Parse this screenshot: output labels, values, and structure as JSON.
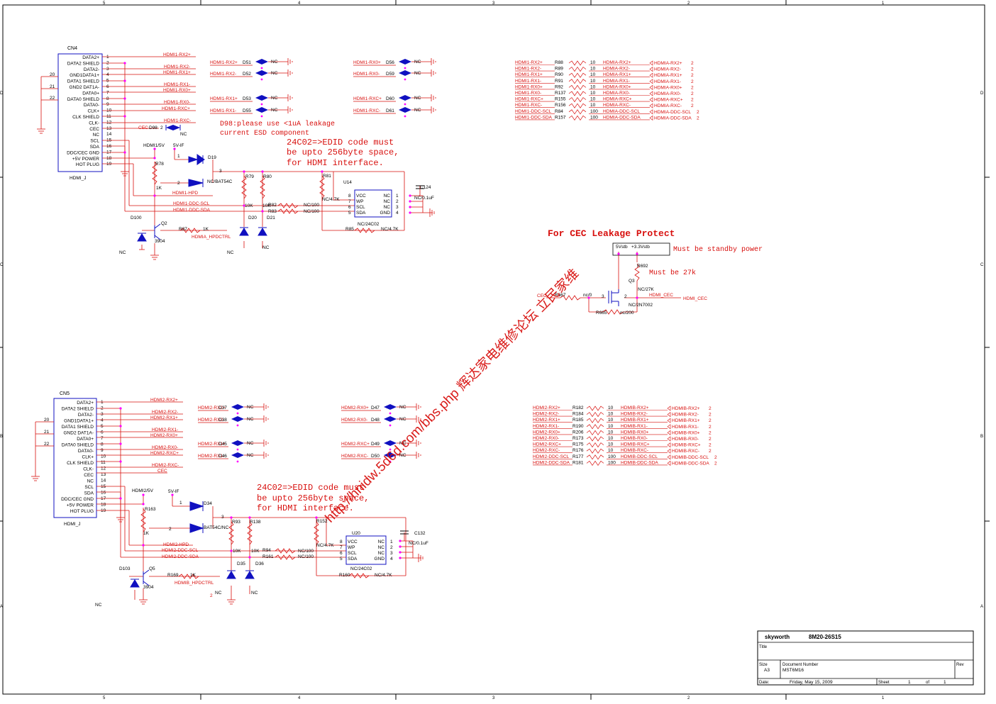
{
  "border": {
    "col_labels": [
      "5",
      "4",
      "3",
      "2",
      "1"
    ],
    "row_labels": [
      "D",
      "C",
      "B",
      "A"
    ]
  },
  "cn4": {
    "ref": "CN4",
    "part": "HDMI_J",
    "pins": [
      {
        "num": "1",
        "name": "DATA2+"
      },
      {
        "num": "2",
        "name": "DATA2 SHIELD"
      },
      {
        "num": "3",
        "name": "DATA2-"
      },
      {
        "num": "4",
        "name": "GND1DATA1+"
      },
      {
        "num": "5",
        "name": "DATA1 SHIELD"
      },
      {
        "num": "6",
        "name": "GND2 DAT1A-"
      },
      {
        "num": "7",
        "name": "DATA0+"
      },
      {
        "num": "8",
        "name": "DATA0 SHIELD"
      },
      {
        "num": "9",
        "name": "DATA0-"
      },
      {
        "num": "10",
        "name": "CLK+"
      },
      {
        "num": "11",
        "name": "CLK SHIELD"
      },
      {
        "num": "12",
        "name": "CLK-"
      },
      {
        "num": "13",
        "name": "CEC"
      },
      {
        "num": "14",
        "name": "NC"
      },
      {
        "num": "15",
        "name": "SCL"
      },
      {
        "num": "16",
        "name": "SDA"
      },
      {
        "num": "17",
        "name": "DDC/CEC GND"
      },
      {
        "num": "18",
        "name": "+5V POWER"
      },
      {
        "num": "19",
        "name": "HOT PLUG"
      }
    ],
    "gnd_pins": [
      "20",
      "21",
      "22"
    ],
    "nets": [
      "HDMI1-RX2+",
      "HDMI1-RX2-",
      "HDMI1-RX1+",
      "HDMI1-RX1-",
      "HDMI1-RX0+",
      "HDMI1-RX0-",
      "HDMI1-RXC+",
      "HDMI1-RXC-"
    ]
  },
  "cn5": {
    "ref": "CN5",
    "part": "HDMI_J",
    "pins": [
      {
        "num": "1",
        "name": "DATA2+"
      },
      {
        "num": "2",
        "name": "DATA2 SHIELD"
      },
      {
        "num": "3",
        "name": "DATA2-"
      },
      {
        "num": "4",
        "name": "GND1DATA1+"
      },
      {
        "num": "5",
        "name": "DATA1 SHIELD"
      },
      {
        "num": "6",
        "name": "GND2 DAT1A-"
      },
      {
        "num": "7",
        "name": "DATA0+"
      },
      {
        "num": "8",
        "name": "DATA0 SHIELD"
      },
      {
        "num": "9",
        "name": "DATA0-"
      },
      {
        "num": "10",
        "name": "CLK+"
      },
      {
        "num": "11",
        "name": "CLK SHIELD"
      },
      {
        "num": "12",
        "name": "CLK-"
      },
      {
        "num": "13",
        "name": "CEC"
      },
      {
        "num": "14",
        "name": "NC"
      },
      {
        "num": "15",
        "name": "SCL"
      },
      {
        "num": "16",
        "name": "SDA"
      },
      {
        "num": "17",
        "name": "DDC/CEC GND"
      },
      {
        "num": "18",
        "name": "+5V POWER"
      },
      {
        "num": "19",
        "name": "HOT PLUG"
      }
    ],
    "gnd_pins": [
      "20",
      "21",
      "22"
    ],
    "nets": [
      "HDMI2-RX2+",
      "HDMI2-RX2-",
      "HDMI2-RX1+",
      "HDMI2-RX1-",
      "HDMI2-RX0+",
      "HDMI2-RX0-",
      "HDMI2-RXC+",
      "HDMI2-RXC-",
      "CEC"
    ]
  },
  "esd1": {
    "left": [
      {
        "net": "HDMI1-RX2+",
        "ref": "D51",
        "nc": "NC"
      },
      {
        "net": "HDMI1-RX2-",
        "ref": "D52",
        "nc": "NC"
      },
      {
        "net": "HDMI1-RX1+",
        "ref": "D53",
        "nc": "NC"
      },
      {
        "net": "HDMI1-RX1-",
        "ref": "D55",
        "nc": "NC"
      }
    ],
    "right": [
      {
        "net": "HDMI1-RX0+",
        "ref": "D56",
        "nc": "NC"
      },
      {
        "net": "HDMI1-RX0-",
        "ref": "D59",
        "nc": "NC"
      },
      {
        "net": "HDMI1-RXC+",
        "ref": "D60",
        "nc": "NC"
      },
      {
        "net": "HDMI1-RXC-",
        "ref": "D61",
        "nc": "NC"
      }
    ]
  },
  "esd2": {
    "left": [
      {
        "net": "HDMI2-RX2+",
        "ref": "D37",
        "nc": "NC"
      },
      {
        "net": "HDMI2-RX2-",
        "ref": "D38",
        "nc": "NC"
      },
      {
        "net": "HDMI2-RX1+",
        "ref": "D45",
        "nc": "NC"
      },
      {
        "net": "HDMI2-RX1-",
        "ref": "D46",
        "nc": "NC"
      }
    ],
    "right": [
      {
        "net": "HDMI2-RX0+",
        "ref": "D47",
        "nc": "NC"
      },
      {
        "net": "HDMI2-RX0-",
        "ref": "D48",
        "nc": "NC"
      },
      {
        "net": "HDMI2-RXC+",
        "ref": "D49",
        "nc": "NC"
      },
      {
        "net": "HDMI2-RXC-",
        "ref": "D50",
        "nc": "NC"
      }
    ]
  },
  "notes": {
    "d98_line1": "D98:please use <1uA leakage",
    "d98_line2": "current ESD component",
    "eeprom1_line1": "24C02=>EDID code must",
    "eeprom1_line2": "be upto 256byte space,",
    "eeprom1_line3": "for HDMI interface.",
    "eeprom2_line1": "24C02=>EDID code must",
    "eeprom2_line2": "be upto 256byte space,",
    "eeprom2_line3": "for HDMI interface.",
    "cec_title": "For CEC Leakage Protect",
    "standby": "Must be standby power",
    "must27k": "Must be 27k"
  },
  "watermark": {
    "text": "http://hnidw.5d6d.com/bbs.php 辉达家电维修论坛 立民家维"
  },
  "circuit1": {
    "d98": {
      "ref": "D98",
      "pin": "2",
      "nc": "NC",
      "cec": "CEC",
      "net": "HDMI1-RXC-"
    },
    "hdmi5v": "HDMI1/5V",
    "v5if": "5V-IF",
    "d19": "D19",
    "bat": "NC/BAT54C",
    "pin1": "1",
    "pin2": "2",
    "pin3": "3",
    "r78": "R78",
    "r78_val": "1K",
    "hpd": "HDMI1-HPD",
    "scl": "HDMI1-DDC-SCL",
    "sda": "HDMI1-DDC-SDA",
    "r79": "R79",
    "r80": "R80",
    "r79_val": "10K",
    "r80_val": "10K",
    "r82": "R82",
    "r83": "R83",
    "r82_val": "NC/100",
    "r83_val": "NC/100",
    "d20": "D20",
    "d21": "D21",
    "d100": "D100",
    "q2": "Q2",
    "q2_part": "3904",
    "r87": "R87",
    "r87_val": "1K",
    "hpdctrl": "HDMIA_HPDCTRL",
    "nc1": "NC",
    "nc2": "NC",
    "nc3": "NC",
    "r81": "R81",
    "r81_val": "NC/4.7K",
    "u14": "U14",
    "u14_part": "NC/24C02",
    "r85": "R85",
    "r85_val": "NC/4.7K",
    "c124": "C124",
    "c124_val": "NC/0.1uF",
    "eeprom_pins": [
      {
        "num": "8",
        "name": "VCC"
      },
      {
        "num": "7",
        "name": "WP"
      },
      {
        "num": "6",
        "name": "SCL"
      },
      {
        "num": "5",
        "name": "SDA"
      }
    ],
    "eeprom_rpins": [
      {
        "num": "1",
        "name": "NC"
      },
      {
        "num": "2",
        "name": "NC"
      },
      {
        "num": "3",
        "name": "NC"
      },
      {
        "num": "4",
        "name": "GND"
      }
    ]
  },
  "circuit2": {
    "hdmi5v": "HDMI2/5V",
    "v5if": "5V-IF",
    "d34": "D34",
    "bat": "BAT54C/NC",
    "pin1": "1",
    "pin2": "2",
    "pin3": "3",
    "r163": "R163",
    "r163_val": "1K",
    "hpd": "HDMI2-HPD",
    "scl": "HDMI2-DDC-SCL",
    "sda": "HDMI2-DDC-SDA",
    "r93": "R93",
    "r138": "R138",
    "r93_val": "10K",
    "r138_val": "10K",
    "r94": "R94",
    "r161": "R161",
    "r94_val": "NC/100",
    "r161_val": "NC/100",
    "d35": "D35",
    "d36": "D36",
    "d103": "D103",
    "q5": "Q5",
    "q5_part": "3904",
    "r169": "R169",
    "r169_val": "1K",
    "hpdctrl": "HDMIB_HPDCTRL",
    "nc1": "NC",
    "nc2": "NC",
    "nc3": "NC",
    "pin2b": "2",
    "r152": "R152",
    "r152_val": "NC/4.7K",
    "u20": "U20",
    "u20_part": "NC/24C02",
    "r160": "R160",
    "r160_val": "NC/4.7K",
    "c132": "C132",
    "c132_val": "NC/0.1uF",
    "eeprom_pins": [
      {
        "num": "8",
        "name": "VCC"
      },
      {
        "num": "7",
        "name": "WP"
      },
      {
        "num": "6",
        "name": "SCL"
      },
      {
        "num": "5",
        "name": "SDA"
      }
    ],
    "eeprom_rpins": [
      {
        "num": "1",
        "name": "NC"
      },
      {
        "num": "2",
        "name": "NC"
      },
      {
        "num": "3",
        "name": "NC"
      },
      {
        "num": "4",
        "name": "GND"
      }
    ]
  },
  "res1": [
    {
      "in": "HDMI1-RX2+",
      "ref": "R88",
      "val": "10",
      "out": "HDMIA-RX2+",
      "port": "HDMIA-RX2+",
      "page": "2"
    },
    {
      "in": "HDMI1-RX2-",
      "ref": "R89",
      "val": "10",
      "out": "HDMIA-RX2-",
      "port": "HDMIA-RX2-",
      "page": "2"
    },
    {
      "in": "HDMI1-RX1+",
      "ref": "R90",
      "val": "10",
      "out": "HDMIA-RX1+",
      "port": "HDMIA-RX1+",
      "page": "2"
    },
    {
      "in": "HDMI1-RX1-",
      "ref": "R91",
      "val": "10",
      "out": "HDMIA-RX1-",
      "port": "HDMIA-RX1-",
      "page": "2"
    },
    {
      "in": "HDMI1-RX0+",
      "ref": "R92",
      "val": "10",
      "out": "HDMIA-RX0+",
      "port": "HDMIA-RX0+",
      "page": "2"
    },
    {
      "in": "HDMI1-RX0-",
      "ref": "R137",
      "val": "10",
      "out": "HDMIA-RX0-",
      "port": "HDMIA-RX0-",
      "page": "2"
    },
    {
      "in": "HDMI1-RXC+",
      "ref": "R155",
      "val": "10",
      "out": "HDMIA-RXC+",
      "port": "HDMIA-RXC+",
      "page": "2"
    },
    {
      "in": "HDMI1-RXC-",
      "ref": "R156",
      "val": "10",
      "out": "HDMIA-RXC-",
      "port": "HDMIA-RXC-",
      "page": "2"
    },
    {
      "in": "HDMI1-DDC-SCL",
      "ref": "R84",
      "val": "100",
      "out": "HDMIA-DDC-SCL",
      "port": "HDMIA-DDC-SCL",
      "page": "2"
    },
    {
      "in": "HDMI1-DDC-SDA",
      "ref": "R157",
      "val": "100",
      "out": "HDMIA-DDC-SDA",
      "port": "HDMIA-DDC-SDA",
      "page": "2"
    }
  ],
  "res2": [
    {
      "in": "HDMI2-RX2+",
      "ref": "R182",
      "val": "10",
      "out": "HDMIB-RX2+",
      "port": "HDMIB-RX2+",
      "page": "2"
    },
    {
      "in": "HDMI2-RX2-",
      "ref": "R184",
      "val": "10",
      "out": "HDMIB-RX2-",
      "port": "HDMIB-RX2-",
      "page": "2"
    },
    {
      "in": "HDMI2-RX1+",
      "ref": "R185",
      "val": "10",
      "out": "HDMIB-RX1+",
      "port": "HDMIB-RX1+",
      "page": "2"
    },
    {
      "in": "HDMI2-RX1-",
      "ref": "R190",
      "val": "10",
      "out": "HDMIB-RX1-",
      "port": "HDMIB-RX1-",
      "page": "2"
    },
    {
      "in": "HDMI2-RX0+",
      "ref": "R206",
      "val": "10",
      "out": "HDMIB-RX0+",
      "port": "HDMIB-RX0+",
      "page": "2"
    },
    {
      "in": "HDMI2-RX0-",
      "ref": "R173",
      "val": "10",
      "out": "HDMIB-RX0-",
      "port": "HDMIB-RX0-",
      "page": "2"
    },
    {
      "in": "HDMI2-RXC+",
      "ref": "R175",
      "val": "10",
      "out": "HDMIB-RXC+",
      "port": "HDMIB-RXC+",
      "page": "2"
    },
    {
      "in": "HDMI2-RXC-",
      "ref": "R176",
      "val": "10",
      "out": "HDMIB-RXC-",
      "port": "HDMIB-RXC-",
      "page": "2"
    },
    {
      "in": "HDMI2-DDC-SCL",
      "ref": "R177",
      "val": "100",
      "out": "HDMIB-DDC-SCL",
      "port": "HDMIB-DDC-SCL",
      "page": "2"
    },
    {
      "in": "HDMI2-DDC-SDA",
      "ref": "R181",
      "val": "100",
      "out": "HDMIB-DDC-SDA",
      "port": "HDMIB-DDC-SDA",
      "page": "2"
    }
  ],
  "cec": {
    "sb5v": "5Vstb",
    "sb33": "+3.3Vstb",
    "r692": "R692",
    "q3": "Q3",
    "q3_val": "NC/27K",
    "hdmi_cec": "HDMI_CEC",
    "hdmi_cec_port": "HDMI_CEC",
    "cec_in": "CEC",
    "r667": "R667",
    "r667_val": "nc/0",
    "pin3": "3",
    "pin2": "2",
    "mosfet": "NC/2N7002",
    "r665": "R665",
    "r665_val": "nc/200"
  },
  "title_block": {
    "company": "skyworth",
    "model": "8M20-26S15",
    "title_label": "Title",
    "size_label": "Size",
    "size": "A3",
    "docnum_label": "Document Number",
    "docnum": "MST6M16",
    "rev_label": "Rev",
    "date_label": "Date:",
    "date": "Friday, May 15, 2009",
    "sheet_label": "Sheet",
    "sheet": "1",
    "of_label": "of",
    "total": "1"
  }
}
